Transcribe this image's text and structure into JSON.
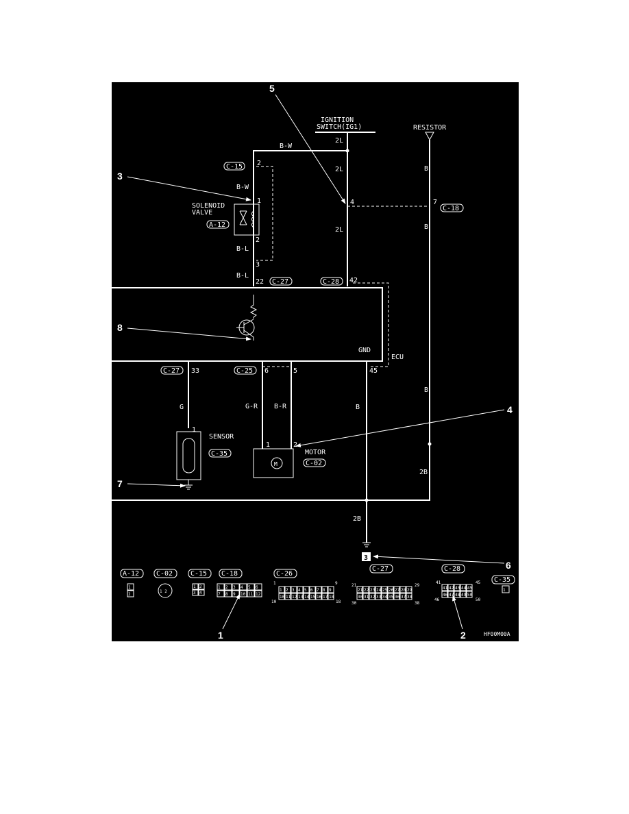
{
  "diagram_id": "HF00M00A",
  "callouts": [
    "1",
    "2",
    "3",
    "4",
    "5",
    "6",
    "7",
    "8"
  ],
  "components": {
    "ignition_switch": [
      "IGNITION",
      "SWITCH(IG1)"
    ],
    "resistor": "RESISTOR",
    "solenoid": [
      "SOLENOID",
      "VALVE"
    ],
    "ecu": "ECU",
    "gnd": "GND",
    "sensor": "SENSOR",
    "motor": "MOTOR",
    "motor_symbol": "M",
    "ground_ref": "3"
  },
  "connectors": {
    "c15": "C-15",
    "a12": "A-12",
    "c27": "C-27",
    "c28": "C-28",
    "c18": "C-18",
    "c25": "C-25",
    "c35": "C-35",
    "c02": "C-02"
  },
  "wires": {
    "bw": "B-W",
    "bl": "B-L",
    "l2": "2L",
    "b": "B",
    "b2": "2B",
    "g": "G",
    "gr": "G-R",
    "br": "B-R"
  },
  "pins": {
    "p1": "1",
    "p2": "2",
    "p3": "3",
    "p4": "4",
    "p5": "5",
    "p6": "6",
    "p7": "7",
    "p22": "22",
    "p42": "42",
    "p33": "33",
    "p45": "45"
  },
  "legend": {
    "labels": [
      "A-12",
      "C-02",
      "C-15",
      "C-18",
      "C-26",
      "C-27",
      "C-28",
      "C-35"
    ],
    "a12": [
      "1",
      "2"
    ],
    "c02": "1 2",
    "c15": [
      "1",
      "2",
      "3",
      "4"
    ],
    "c18": [
      "1",
      "2",
      "3",
      "4",
      "5",
      "6",
      "7",
      "8",
      "9",
      "10",
      "11",
      "12"
    ],
    "c26": [
      "1",
      "2",
      "3",
      "4",
      "5",
      "6",
      "7",
      "8",
      "9",
      "10",
      "11",
      "12",
      "13",
      "14",
      "15",
      "16",
      "17",
      "18"
    ],
    "c26_ends": [
      "1",
      "9",
      "10",
      "18"
    ],
    "c27": [
      "21",
      "22",
      "23",
      "24",
      "25",
      "26",
      "27",
      "28",
      "29",
      "30",
      "31",
      "32",
      "33",
      "34",
      "35",
      "36",
      "37",
      "38"
    ],
    "c27_ends": [
      "21",
      "29",
      "30",
      "38"
    ],
    "c28": [
      "41",
      "42",
      "43",
      "44",
      "45",
      "46",
      "47",
      "48",
      "49",
      "50"
    ],
    "c28_ends": [
      "41",
      "45",
      "46",
      "50"
    ],
    "c35": "1"
  }
}
